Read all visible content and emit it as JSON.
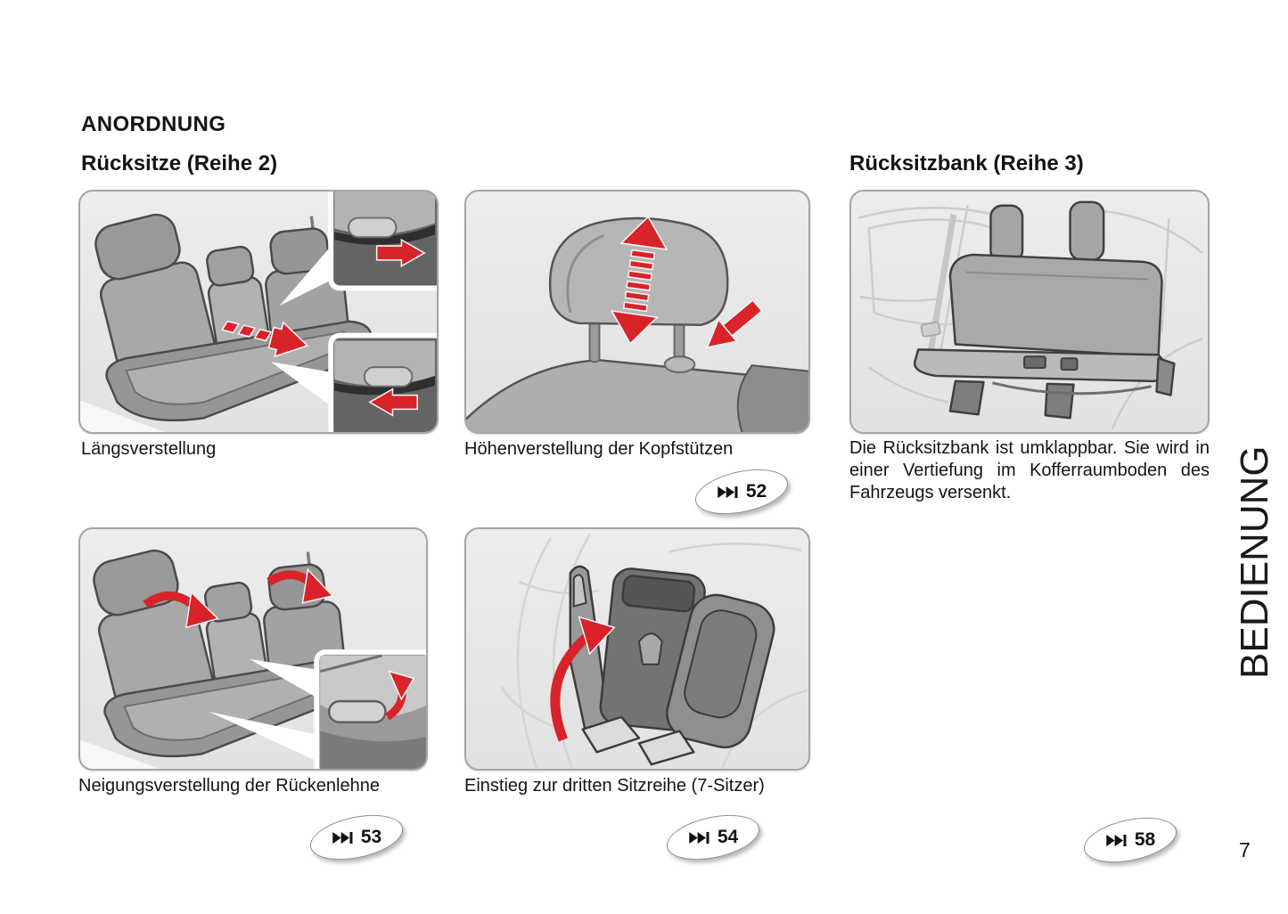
{
  "page": {
    "section_title": "ANORDNUNG",
    "page_number": "7",
    "side_tab_label": "BEDIENUNG"
  },
  "headings": {
    "row2": "Rücksitze (Reihe 2)",
    "row3": "Rücksitzbank (Reihe 3)"
  },
  "figures": {
    "longitudinal": {
      "caption": "Längsverstellung"
    },
    "headrest": {
      "caption": "Höhenverstellung der Kopfstützen",
      "page_ref": "52"
    },
    "recline": {
      "caption": "Neigungsverstellung der Rückenlehne",
      "page_ref": "53"
    },
    "third_row_access": {
      "caption": "Einstieg zur dritten Sitzreihe (7-Sitzer)",
      "page_ref": "54"
    },
    "row3_bench": {
      "text": "Die Rücksitzbank ist umklappbar. Sie wird in einer Vertiefung im Kofferraumboden des Fahrzeugs versenkt.",
      "page_ref": "58"
    }
  },
  "icons": {
    "page_ref_icon": "skip-forward-icon",
    "arrow_icons": [
      "dashed-slide-arrow",
      "up-down-arrow",
      "diagonal-press-arrow",
      "curved-recline-arrow",
      "curved-fold-arrow"
    ]
  },
  "colors": {
    "arrow_red": "#d8232a",
    "panel_bg": "#e8e8e8",
    "panel_border": "#a6a6a6",
    "text": "#141414"
  }
}
